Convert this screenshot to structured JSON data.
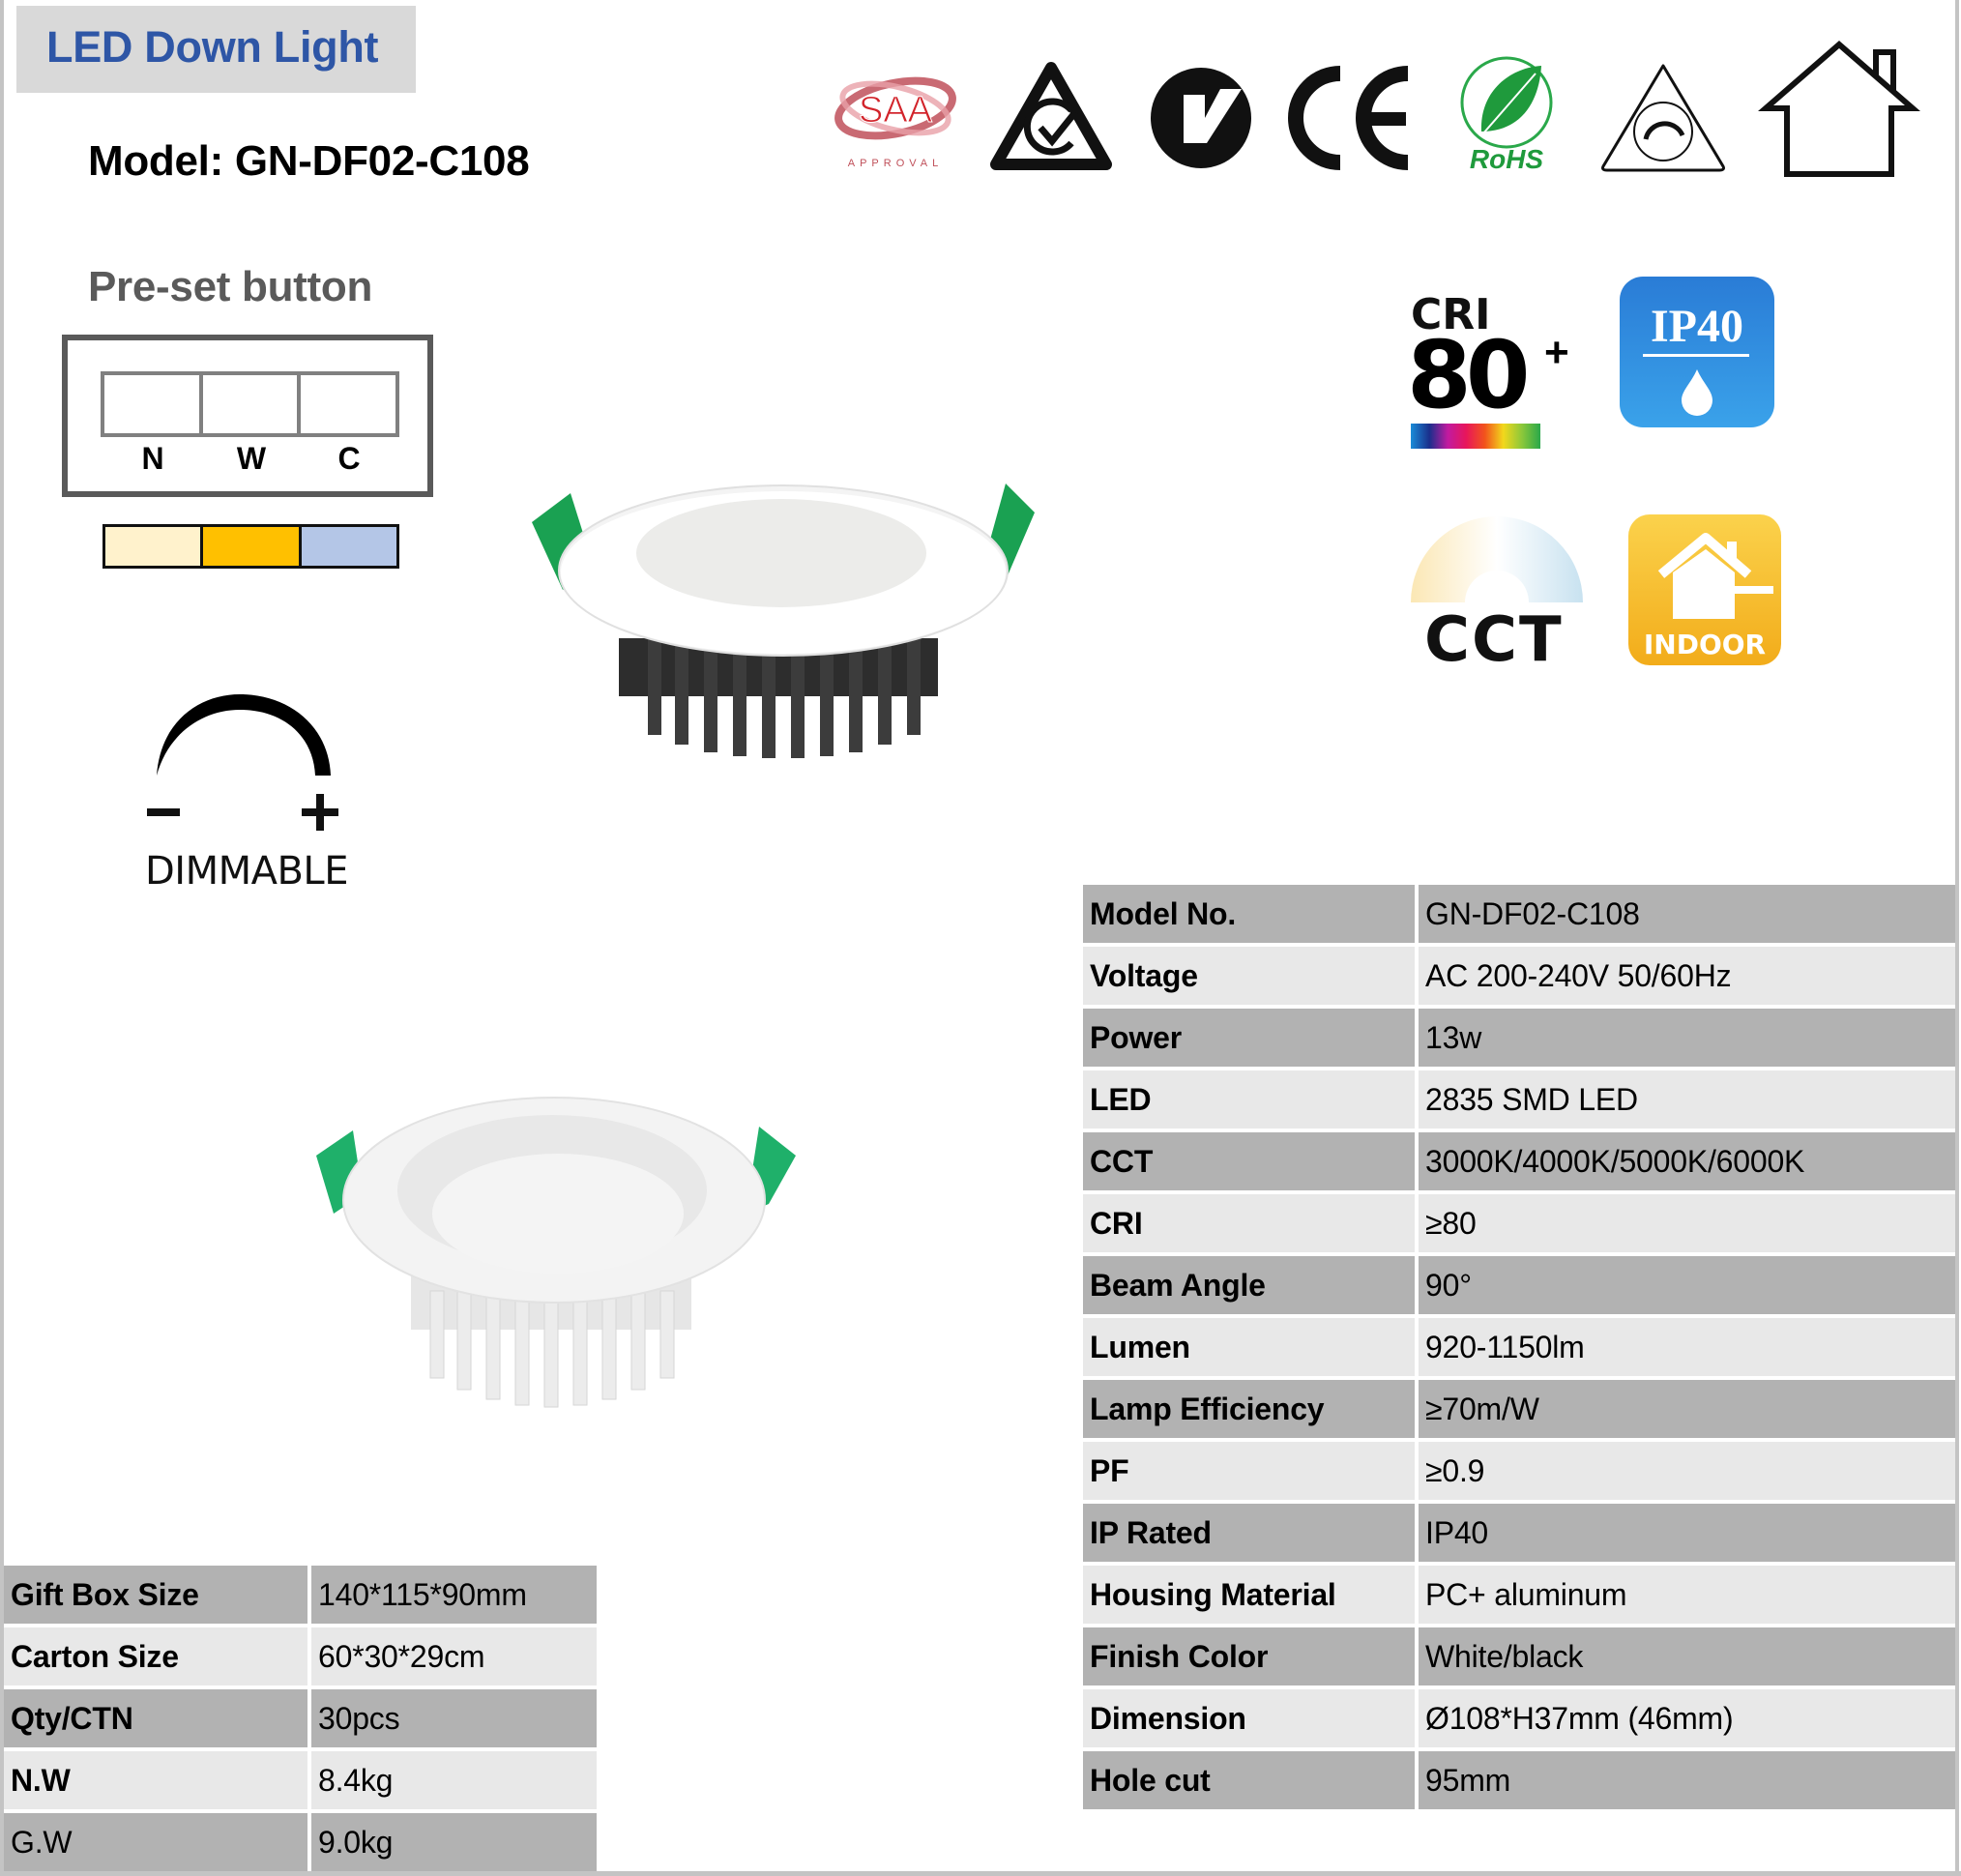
{
  "header": {
    "title": "LED Down Light",
    "model_line": "Model: GN-DF02-C108",
    "title_color": "#2e56a6"
  },
  "certifications": [
    {
      "name": "saa-approval-icon",
      "text": "SAA",
      "subtext": "APPROVAL"
    },
    {
      "name": "rcm-icon"
    },
    {
      "name": "c-tick-icon"
    },
    {
      "name": "ce-mark-icon",
      "text": "CE"
    },
    {
      "name": "rohs-icon",
      "text": "RoHS"
    },
    {
      "name": "dimmable-triangle-icon"
    },
    {
      "name": "indoor-house-icon"
    }
  ],
  "preset": {
    "title": "Pre-set button",
    "labels": [
      "N",
      "W",
      "C"
    ],
    "swatch_colors": [
      "#fff2cc",
      "#ffc000",
      "#b4c6e7"
    ]
  },
  "dimmable": {
    "minus": "−",
    "plus": "+",
    "label": "DIMMABLE"
  },
  "features": {
    "cri": {
      "label": "CRI",
      "value": "80",
      "suffix": "+"
    },
    "ip": {
      "label": "IP40",
      "color": "#2a86d6"
    },
    "cct": {
      "label": "CCT"
    },
    "indoor": {
      "label": "INDOOR",
      "color": "#f6b820"
    }
  },
  "spec_table": [
    {
      "key": "Model No.",
      "value": "GN-DF02-C108"
    },
    {
      "key": "Voltage",
      "value": "AC 200-240V  50/60Hz"
    },
    {
      "key": "Power",
      "value": "13w"
    },
    {
      "key": "LED",
      "value": "2835 SMD LED"
    },
    {
      "key": "CCT",
      "value": "3000K/4000K/5000K/6000K"
    },
    {
      "key": "CRI",
      "value": "≥80"
    },
    {
      "key": "Beam Angle",
      "value": "90°"
    },
    {
      "key": "Lumen",
      "value": "920-1150lm"
    },
    {
      "key": "Lamp Efficiency",
      "value": "≥70m/W"
    },
    {
      "key": "PF",
      "value": "≥0.9"
    },
    {
      "key": "IP Rated",
      "value": "IP40"
    },
    {
      "key": "Housing Material",
      "value": "PC+ aluminum"
    },
    {
      "key": "Finish Color",
      "value": "White/black"
    },
    {
      "key": "Dimension",
      "value": "Ø108*H37mm (46mm)"
    },
    {
      "key": "Hole cut",
      "value": "95mm"
    }
  ],
  "packing_table": [
    {
      "key": "Gift Box Size",
      "value": "140*115*90mm"
    },
    {
      "key": "Carton Size",
      "value": "60*30*29cm"
    },
    {
      "key": "Qty/CTN",
      "value": "30pcs"
    },
    {
      "key": "N.W",
      "value": "8.4kg"
    },
    {
      "key": "G.W",
      "value": "9.0kg"
    }
  ],
  "colors": {
    "row_dark": "#b2b2b2",
    "row_light": "#e8e8e8",
    "clip_green": "#17a34a"
  }
}
